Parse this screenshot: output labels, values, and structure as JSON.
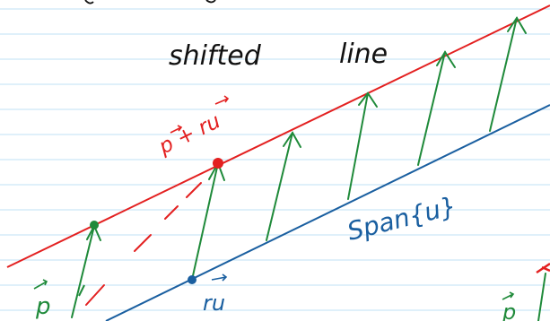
{
  "labels": {
    "title_word1": "shifted",
    "title_word2": "line",
    "point_p_plus_ru": "p + ru",
    "span_label": "Span{u}",
    "vector_ru": "ru",
    "vector_p": "p",
    "vector_p_right": "p"
  },
  "colors": {
    "paper": "#ffffff",
    "ruling": "#bfe0f5",
    "shifted_line": "#e32020",
    "span_line": "#1a5fa0",
    "arrows": "#1f8a3a",
    "ink": "#111111"
  },
  "icons": {
    "vector_arrow": "over-arrow"
  }
}
